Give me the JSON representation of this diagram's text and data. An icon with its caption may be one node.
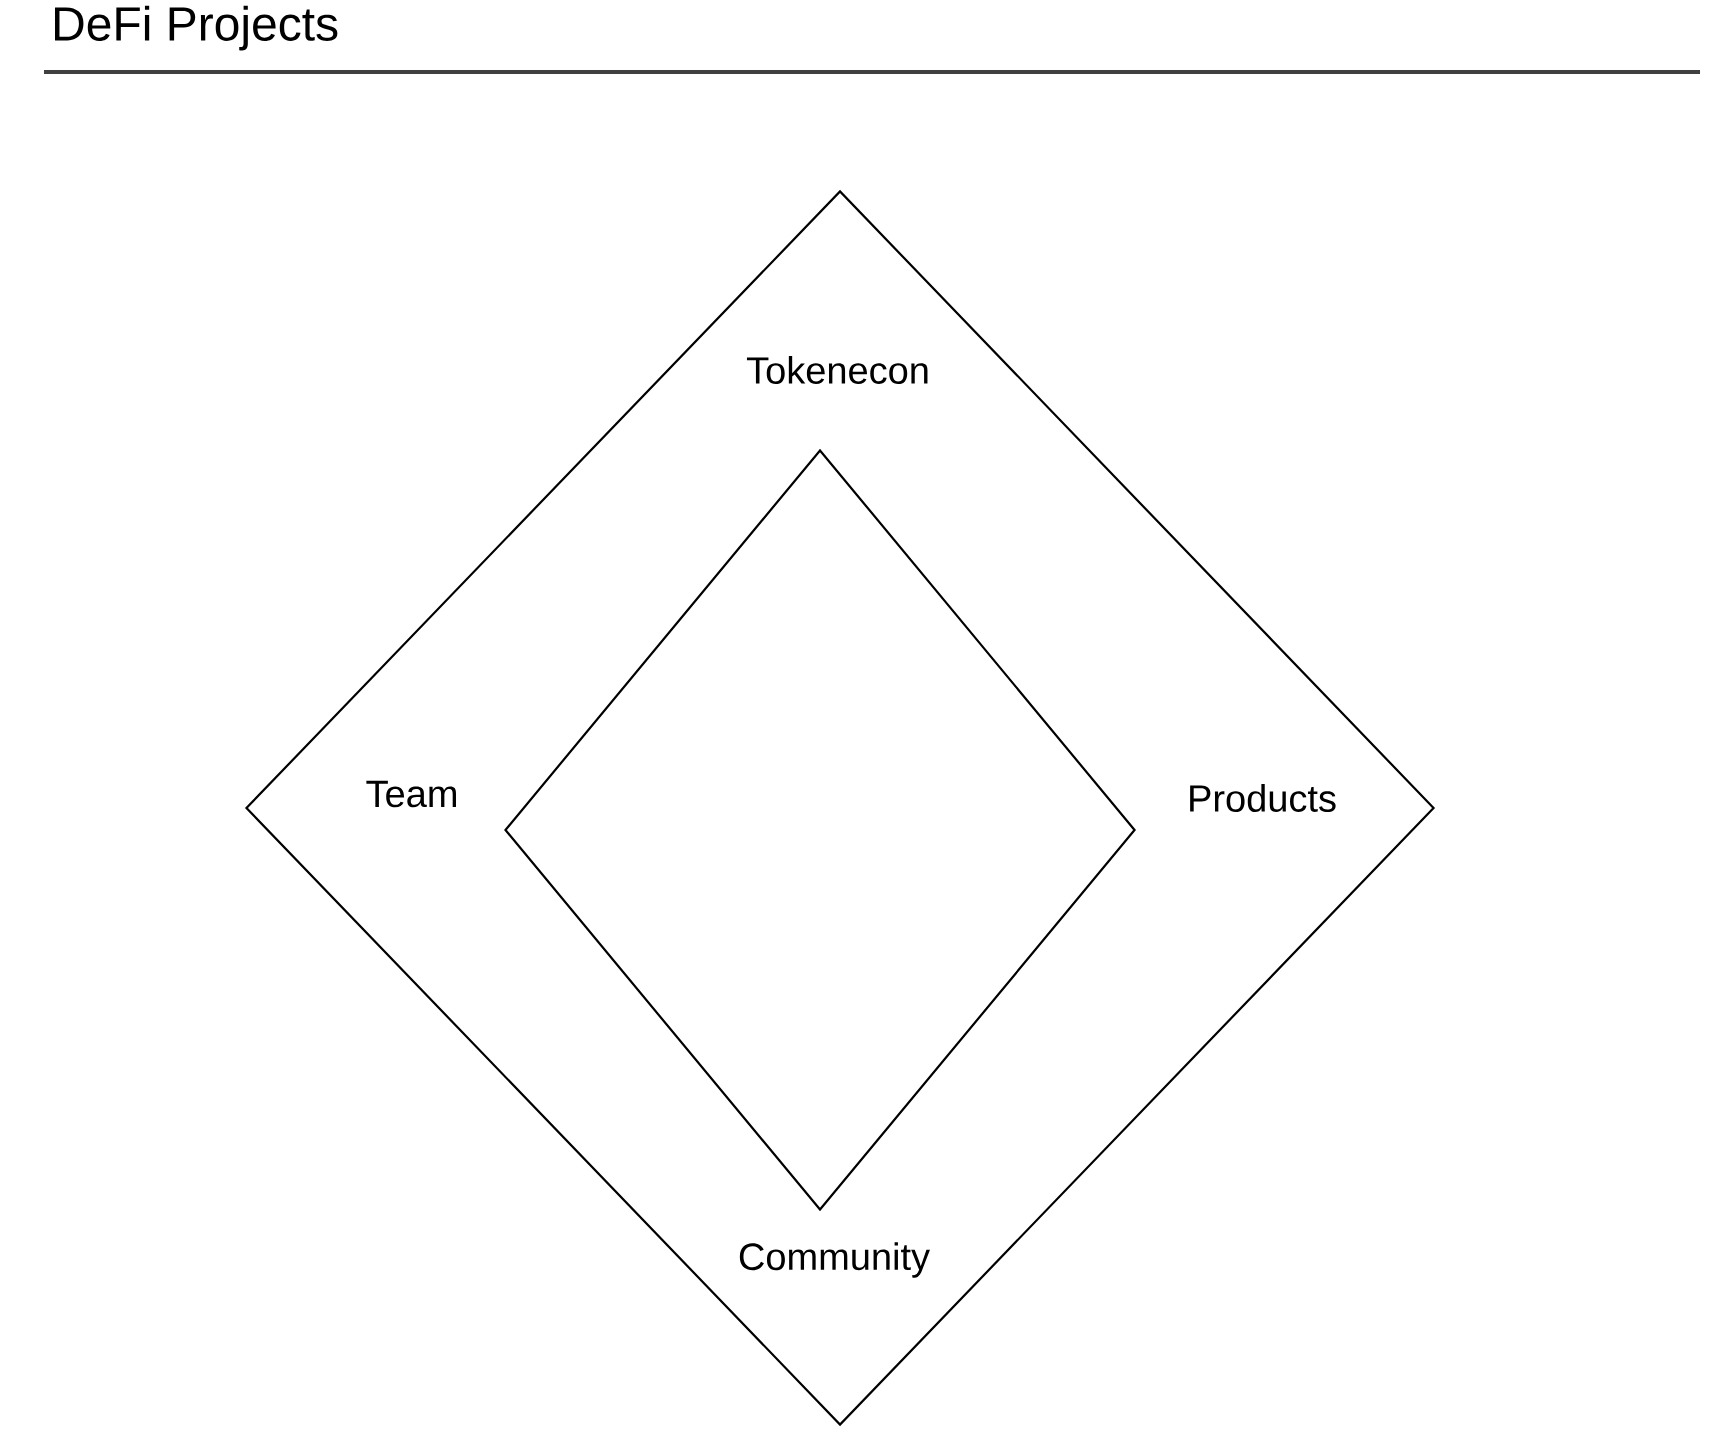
{
  "diagram": {
    "title": "DeFi Projects",
    "nodes": [
      {
        "text": [],
        "shape": "diamond"
      },
      {
        "text": [],
        "shape": "diamond",
        "in": 0
      }
    ],
    "labels": [
      "Tokenecon",
      "Team",
      "Products",
      "Community"
    ]
  }
}
